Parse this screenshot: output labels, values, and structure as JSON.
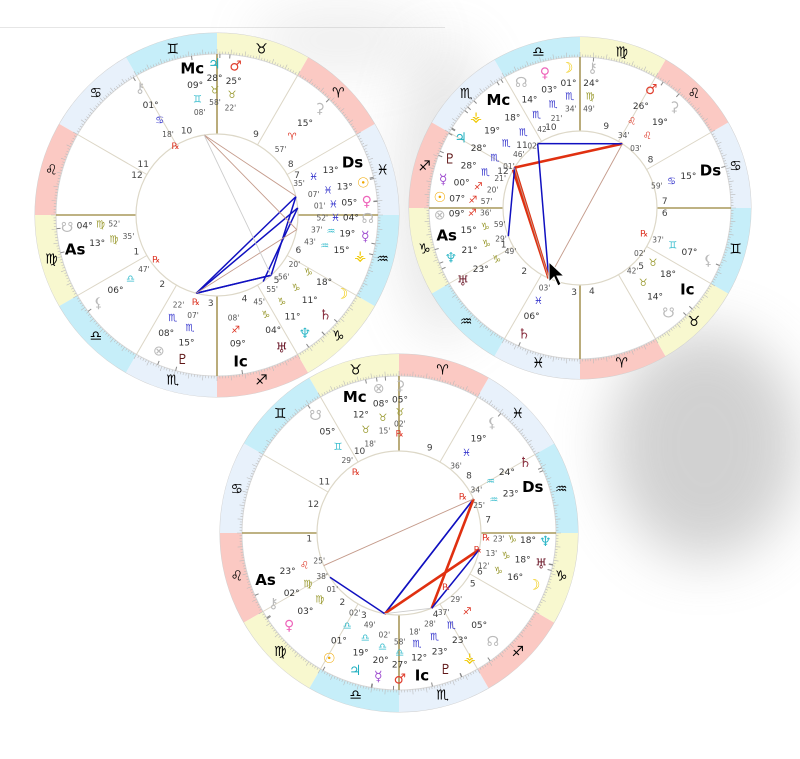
{
  "signs": [
    {
      "key": "aries",
      "glyph": "♈︎",
      "element": "fire"
    },
    {
      "key": "taurus",
      "glyph": "♉︎",
      "element": "earth"
    },
    {
      "key": "gemini",
      "glyph": "♊︎",
      "element": "air"
    },
    {
      "key": "cancer",
      "glyph": "♋︎",
      "element": "water"
    },
    {
      "key": "leo",
      "glyph": "♌︎",
      "element": "fire"
    },
    {
      "key": "virgo",
      "glyph": "♍︎",
      "element": "earth"
    },
    {
      "key": "libra",
      "glyph": "♎︎",
      "element": "air"
    },
    {
      "key": "scorpio",
      "glyph": "♏︎",
      "element": "water"
    },
    {
      "key": "sagittarius",
      "glyph": "♐︎",
      "element": "fire"
    },
    {
      "key": "capricorn",
      "glyph": "♑︎",
      "element": "earth"
    },
    {
      "key": "aquarius",
      "glyph": "♒︎",
      "element": "air"
    },
    {
      "key": "pisces",
      "glyph": "♓︎",
      "element": "water"
    }
  ],
  "element_band_colors": {
    "fire": "#fbc9c3",
    "earth": "#f8f8cf",
    "air": "#c6eef9",
    "water": "#e8f1fb"
  },
  "element_text_colors": {
    "fire": "#dd3322",
    "earth": "#9a9a30",
    "air": "#33bbcc",
    "water": "#3333cc"
  },
  "glyphs": {
    "sun": "☉",
    "moon": "☽",
    "mercury": "☿",
    "venus": "♀",
    "mars": "♂",
    "jupiter": "♃",
    "saturn": "♄",
    "uranus": "♅",
    "neptune": "♆",
    "pluto": "♇",
    "node": "☊",
    "snode": "☋",
    "chiron": "⚷",
    "ceres": "⚳",
    "lilith": "⚸",
    "fortune": "⊗",
    "vesta": "⚶",
    "as": "As",
    "mc": "Mc",
    "ds": "Ds",
    "ic": "Ic"
  },
  "point_colors": {
    "sun": "#f0a800",
    "moon": "#f0c800",
    "mercury": "#a050d0",
    "venus": "#ee66bb",
    "mars": "#e04030",
    "jupiter": "#20b0c0",
    "saturn": "#8a3040",
    "uranus": "#702030",
    "neptune": "#30b8c8",
    "pluto": "#601818",
    "node": "#bbbbbb",
    "snode": "#bbbbbb",
    "chiron": "#bbbbbb",
    "ceres": "#bbbbbb",
    "lilith": "#bbbbbb",
    "fortune": "#bbbbbb",
    "vesta": "#f0c800",
    "as": "#000000",
    "mc": "#000000",
    "ds": "#000000",
    "ic": "#000000"
  },
  "aspect_colors": {
    "blue": "#1010c0",
    "red": "#e03010",
    "brown": "#c49a8a",
    "gray": "#cccccc"
  },
  "retro_symbol": "℞",
  "house_numbers": [
    "1",
    "2",
    "3",
    "4",
    "5",
    "6",
    "7",
    "8",
    "9",
    "10",
    "11",
    "12"
  ],
  "charts": [
    {
      "rising_sign": "virgo",
      "points": [
        {
          "key": "mc",
          "sign": "gemini",
          "deg": 9,
          "min": 8
        },
        {
          "key": "jupiter",
          "sign": "taurus",
          "deg": 28,
          "min": 58
        },
        {
          "key": "mars",
          "sign": "taurus",
          "deg": 25,
          "min": 22
        },
        {
          "key": "ceres",
          "sign": "aries",
          "deg": 15,
          "min": 57
        },
        {
          "key": "chiron",
          "sign": "cancer",
          "deg": 1,
          "min": 18,
          "retro": true
        },
        {
          "key": "ds",
          "sign": "pisces",
          "deg": 13,
          "min": 35
        },
        {
          "key": "sun",
          "sign": "pisces",
          "deg": 13,
          "min": 7
        },
        {
          "key": "venus",
          "sign": "pisces",
          "deg": 5,
          "min": 1
        },
        {
          "key": "node",
          "sign": "pisces",
          "deg": 4,
          "min": 52
        },
        {
          "key": "mercury",
          "sign": "aquarius",
          "deg": 19,
          "min": 37
        },
        {
          "key": "vesta",
          "sign": "aquarius",
          "deg": 15,
          "min": 43
        },
        {
          "key": "moon",
          "sign": "capricorn",
          "deg": 18,
          "min": 20
        },
        {
          "key": "saturn",
          "sign": "capricorn",
          "deg": 11,
          "min": 56
        },
        {
          "key": "neptune",
          "sign": "capricorn",
          "deg": 11,
          "min": 55
        },
        {
          "key": "uranus",
          "sign": "capricorn",
          "deg": 4,
          "min": 45
        },
        {
          "key": "ic",
          "sign": "sagittarius",
          "deg": 9,
          "min": 8
        },
        {
          "key": "pluto",
          "sign": "scorpio",
          "deg": 15,
          "min": 7,
          "retro": true
        },
        {
          "key": "fortune",
          "sign": "scorpio",
          "deg": 8,
          "min": 22
        },
        {
          "key": "lilith",
          "sign": "libra",
          "deg": 6,
          "min": 47,
          "retro": true
        },
        {
          "key": "as",
          "sign": "virgo",
          "deg": 13,
          "min": 35
        },
        {
          "key": "snode",
          "sign": "virgo",
          "deg": 4,
          "min": 52
        }
      ],
      "aspects": [
        [
          "pluto",
          "sun",
          "blue"
        ],
        [
          "pluto",
          "venus",
          "blue"
        ],
        [
          "pluto",
          "neptune",
          "blue"
        ],
        [
          "pluto",
          "saturn",
          "blue"
        ],
        [
          "sun",
          "neptune",
          "blue"
        ],
        [
          "venus",
          "uranus",
          "blue"
        ],
        [
          "mc",
          "mercury",
          "brown"
        ],
        [
          "mc",
          "ds",
          "brown"
        ],
        [
          "pluto",
          "mercury",
          "brown"
        ],
        [
          "mc",
          "saturn",
          "gray"
        ]
      ]
    },
    {
      "rising_sign": "capricorn",
      "points": [
        {
          "key": "moon",
          "sign": "scorpio",
          "deg": 1,
          "min": 34
        },
        {
          "key": "venus",
          "sign": "scorpio",
          "deg": 3,
          "min": 21
        },
        {
          "key": "node",
          "sign": "scorpio",
          "deg": 14,
          "min": 42
        },
        {
          "key": "mc",
          "sign": "scorpio",
          "deg": 18,
          "min": 2
        },
        {
          "key": "vesta",
          "sign": "scorpio",
          "deg": 19,
          "min": 46
        },
        {
          "key": "jupiter",
          "sign": "scorpio",
          "deg": 28,
          "min": 1
        },
        {
          "key": "pluto",
          "sign": "scorpio",
          "deg": 28,
          "min": 21
        },
        {
          "key": "mercury",
          "sign": "sagittarius",
          "deg": 0,
          "min": 20
        },
        {
          "key": "sun",
          "sign": "sagittarius",
          "deg": 7,
          "min": 57
        },
        {
          "key": "fortune",
          "sign": "sagittarius",
          "deg": 9,
          "min": 36
        },
        {
          "key": "chiron",
          "sign": "virgo",
          "deg": 24,
          "min": 49
        },
        {
          "key": "mars",
          "sign": "leo",
          "deg": 26,
          "min": 34
        },
        {
          "key": "ceres",
          "sign": "leo",
          "deg": 19,
          "min": 3
        },
        {
          "key": "ds",
          "sign": "cancer",
          "deg": 15,
          "min": 59
        },
        {
          "key": "lilith",
          "sign": "gemini",
          "deg": 7,
          "min": 37,
          "retro": true
        },
        {
          "key": "ic",
          "sign": "taurus",
          "deg": 18,
          "min": 2
        },
        {
          "key": "snode",
          "sign": "taurus",
          "deg": 14,
          "min": 42
        },
        {
          "key": "saturn",
          "sign": "pisces",
          "deg": 6,
          "min": 3
        },
        {
          "key": "as",
          "sign": "capricorn",
          "deg": 15,
          "min": 59
        },
        {
          "key": "neptune",
          "sign": "capricorn",
          "deg": 21,
          "min": 29
        },
        {
          "key": "uranus",
          "sign": "capricorn",
          "deg": 23,
          "min": 49
        }
      ],
      "aspects": [
        [
          "pluto",
          "mars",
          "red"
        ],
        [
          "venus",
          "mars",
          "blue"
        ],
        [
          "venus",
          "saturn",
          "blue"
        ],
        [
          "jupiter",
          "saturn",
          "red"
        ],
        [
          "mercury",
          "saturn",
          "red"
        ],
        [
          "jupiter",
          "neptune",
          "blue"
        ],
        [
          "mars",
          "saturn",
          "brown"
        ],
        [
          "pluto",
          "saturn",
          "brown"
        ]
      ]
    },
    {
      "rising_sign": "leo",
      "points": [
        {
          "key": "mc",
          "sign": "taurus",
          "deg": 12,
          "min": 18
        },
        {
          "key": "fortune",
          "sign": "taurus",
          "deg": 8,
          "min": 15
        },
        {
          "key": "ceres",
          "sign": "taurus",
          "deg": 5,
          "min": 2,
          "retro": true
        },
        {
          "key": "snode",
          "sign": "gemini",
          "deg": 5,
          "min": 29,
          "retro": true
        },
        {
          "key": "lilith",
          "sign": "pisces",
          "deg": 19,
          "min": 36
        },
        {
          "key": "saturn",
          "sign": "aquarius",
          "deg": 24,
          "min": 34,
          "retro": true
        },
        {
          "key": "ds",
          "sign": "aquarius",
          "deg": 23,
          "min": 25
        },
        {
          "key": "neptune",
          "sign": "capricorn",
          "deg": 18,
          "min": 23,
          "retro": true
        },
        {
          "key": "uranus",
          "sign": "capricorn",
          "deg": 18,
          "min": 13,
          "retro": true
        },
        {
          "key": "moon",
          "sign": "capricorn",
          "deg": 16,
          "min": 12
        },
        {
          "key": "node",
          "sign": "sagittarius",
          "deg": 5,
          "min": 29,
          "retro": true
        },
        {
          "key": "ic",
          "sign": "scorpio",
          "deg": 12,
          "min": 18
        },
        {
          "key": "pluto",
          "sign": "scorpio",
          "deg": 23,
          "min": 28
        },
        {
          "key": "vesta",
          "sign": "scorpio",
          "deg": 23,
          "min": 37
        },
        {
          "key": "sun",
          "sign": "libra",
          "deg": 1,
          "min": 2
        },
        {
          "key": "jupiter",
          "sign": "libra",
          "deg": 19,
          "min": 49
        },
        {
          "key": "mercury",
          "sign": "libra",
          "deg": 20,
          "min": 2
        },
        {
          "key": "mars",
          "sign": "libra",
          "deg": 27,
          "min": 58
        },
        {
          "key": "chiron",
          "sign": "virgo",
          "deg": 2,
          "min": 38
        },
        {
          "key": "venus",
          "sign": "virgo",
          "deg": 3,
          "min": 1
        },
        {
          "key": "as",
          "sign": "leo",
          "deg": 23,
          "min": 25
        }
      ],
      "aspects": [
        [
          "jupiter",
          "saturn",
          "blue"
        ],
        [
          "mercury",
          "saturn",
          "blue"
        ],
        [
          "jupiter",
          "neptune",
          "red"
        ],
        [
          "pluto",
          "saturn",
          "red"
        ],
        [
          "pluto",
          "neptune",
          "blue"
        ],
        [
          "chiron",
          "mercury",
          "blue"
        ],
        [
          "as",
          "saturn",
          "brown"
        ],
        [
          "jupiter",
          "pluto",
          "gray"
        ]
      ]
    }
  ]
}
